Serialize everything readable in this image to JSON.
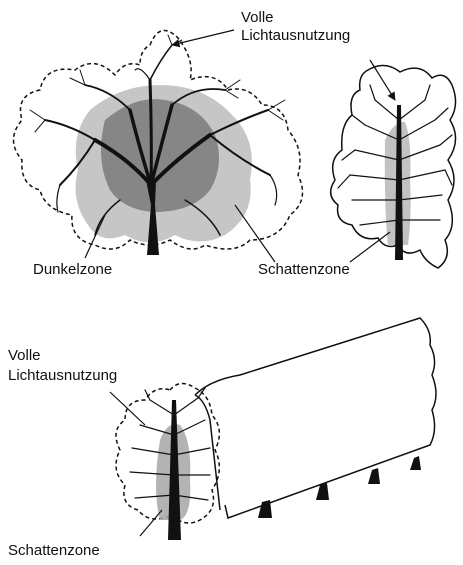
{
  "labels": {
    "volle_top_line1": "Volle",
    "volle_top_line2": "Lichtausnutzung",
    "dunkelzone": "Dunkelzone",
    "schattenzone_top": "Schattenzone",
    "volle_bottom_line1": "Volle",
    "volle_bottom_line2": "Lichtausnutzung",
    "schattenzone_bottom": "Schattenzone"
  },
  "colors": {
    "ink": "#111111",
    "dark_zone": "#7a7a7a",
    "shade_zone": "#b3b3b3",
    "paper": "#ffffff"
  }
}
